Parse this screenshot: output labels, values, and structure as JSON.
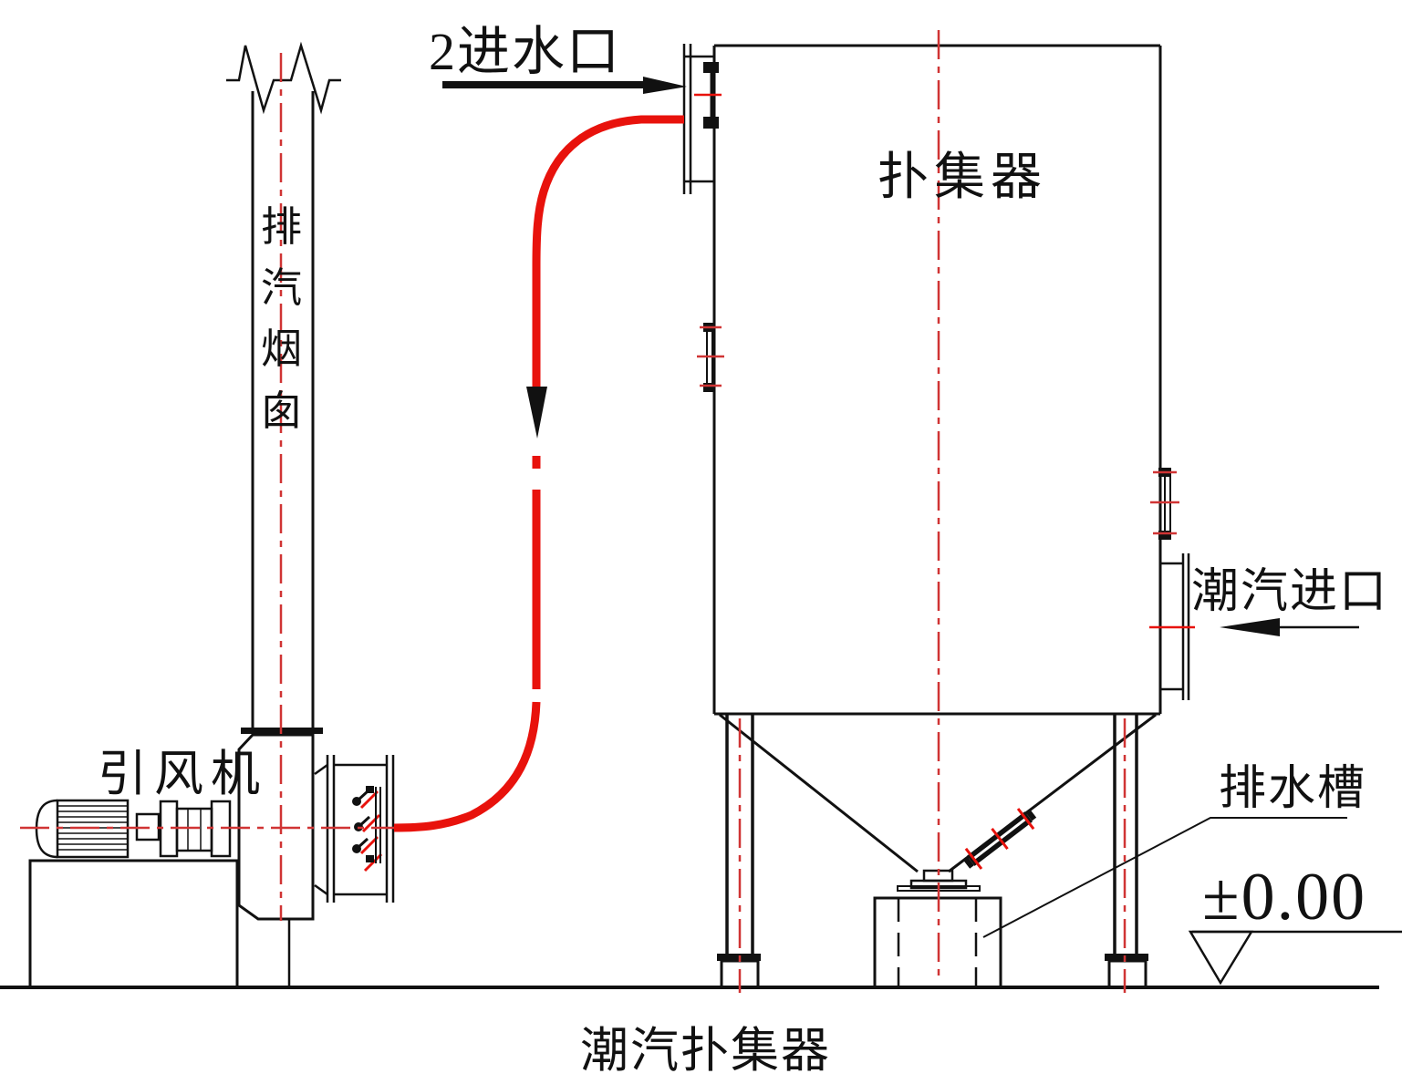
{
  "diagram": {
    "title": "潮汽扑集器",
    "labels": {
      "water_inlet": "2进水口",
      "collector": "扑集器",
      "fan": "引风机",
      "steam_inlet": "潮汽进口",
      "drain_channel": "排水槽",
      "elevation": "±0.00",
      "chimney_chars": [
        "排",
        "汽",
        "烟",
        "囱"
      ]
    },
    "colors": {
      "line_black": "#111111",
      "pipe_red": "#e8120c",
      "centerline_red": "#d03434"
    }
  }
}
